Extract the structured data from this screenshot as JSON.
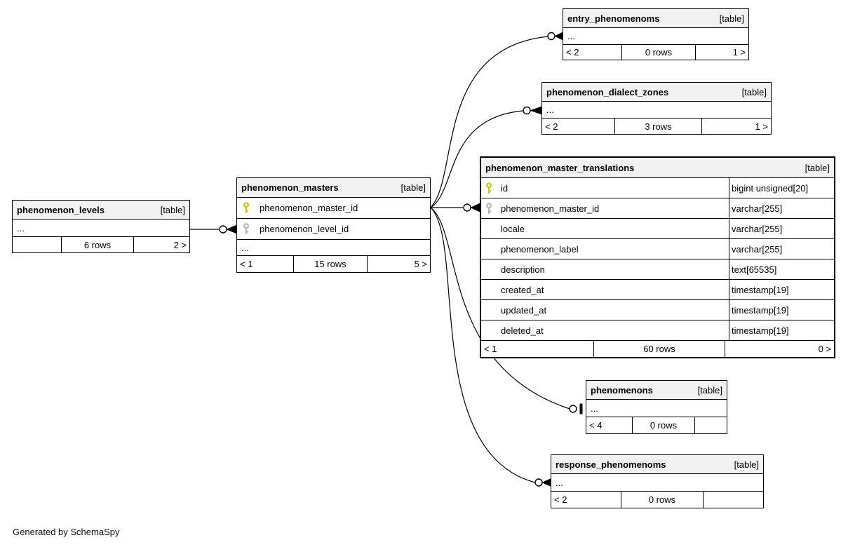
{
  "page": {
    "footer_note": "Generated by SchemaSpy"
  },
  "colors": {
    "primary_key_icon": "#c9c900",
    "foreign_key_icon": "#b5b5b5",
    "table_header_bg": "#f2f2f2",
    "border": "#000000"
  },
  "tables": {
    "entry": {
      "name": "entry_phenomenoms",
      "kind": "[table]",
      "columns": [
        {
          "name": "..."
        }
      ],
      "footer": {
        "left": "< 2",
        "center": "0 rows",
        "right": "1 >"
      }
    },
    "dialect": {
      "name": "phenomenon_dialect_zones",
      "kind": "[table]",
      "columns": [
        {
          "name": "..."
        }
      ],
      "footer": {
        "left": "< 2",
        "center": "3 rows",
        "right": "1 >"
      }
    },
    "translations": {
      "name": "phenomenon_master_translations",
      "kind": "[table]",
      "columns": [
        {
          "name": "id",
          "type": "bigint unsigned[20]",
          "key": "primary"
        },
        {
          "name": "phenomenon_master_id",
          "type": "varchar[255]",
          "key": "foreign"
        },
        {
          "name": "locale",
          "type": "varchar[255]"
        },
        {
          "name": "phenomenon_label",
          "type": "varchar[255]"
        },
        {
          "name": "description",
          "type": "text[65535]"
        },
        {
          "name": "created_at",
          "type": "timestamp[19]"
        },
        {
          "name": "updated_at",
          "type": "timestamp[19]"
        },
        {
          "name": "deleted_at",
          "type": "timestamp[19]"
        }
      ],
      "footer": {
        "left": "< 1",
        "center": "60 rows",
        "right": "0 >"
      }
    },
    "masters": {
      "name": "phenomenon_masters",
      "kind": "[table]",
      "columns": [
        {
          "name": "phenomenon_master_id",
          "key": "primary"
        },
        {
          "name": "phenomenon_level_id",
          "key": "foreign"
        },
        {
          "name": "..."
        }
      ],
      "footer": {
        "left": "< 1",
        "center": "15 rows",
        "right": "5 >"
      }
    },
    "levels": {
      "name": "phenomenon_levels",
      "kind": "[table]",
      "columns": [
        {
          "name": "..."
        }
      ],
      "footer": {
        "left": "",
        "center": "6 rows",
        "right": "2 >"
      }
    },
    "phenomenons": {
      "name": "phenomenons",
      "kind": "[table]",
      "columns": [
        {
          "name": "..."
        }
      ],
      "footer": {
        "left": "< 4",
        "center": "0 rows",
        "right": ""
      }
    },
    "response": {
      "name": "response_phenomenoms",
      "kind": "[table]",
      "columns": [
        {
          "name": "..."
        }
      ],
      "footer": {
        "left": "< 2",
        "center": "0 rows",
        "right": ""
      }
    }
  },
  "relationships": [
    {
      "from": "phenomenon_levels",
      "to": "phenomenon_masters.phenomenon_level_id"
    },
    {
      "from": "phenomenon_masters.phenomenon_master_id",
      "to": "entry_phenomenoms"
    },
    {
      "from": "phenomenon_masters.phenomenon_master_id",
      "to": "phenomenon_dialect_zones"
    },
    {
      "from": "phenomenon_masters.phenomenon_master_id",
      "to": "phenomenon_master_translations.phenomenon_master_id"
    },
    {
      "from": "phenomenon_masters.phenomenon_master_id",
      "to": "phenomenons"
    },
    {
      "from": "phenomenon_masters.phenomenon_master_id",
      "to": "response_phenomenoms"
    }
  ]
}
